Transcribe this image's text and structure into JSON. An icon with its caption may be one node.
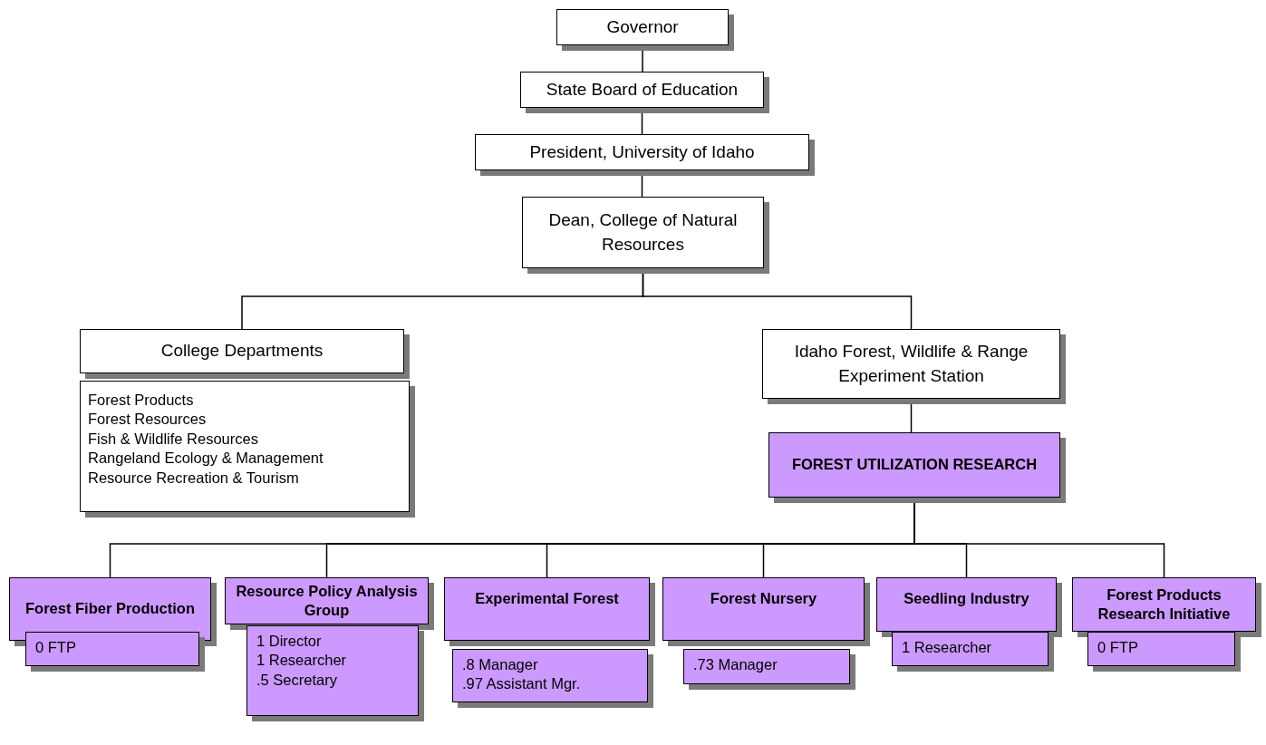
{
  "diagram": {
    "nodes": [
      {
        "text": [
          "Governor"
        ]
      },
      {
        "text": [
          "State Board of Education"
        ]
      },
      {
        "text": [
          "President, University of Idaho"
        ]
      },
      {
        "text": [
          "Dean, College of Natural Resources"
        ]
      },
      {
        "text": [
          "College Departments"
        ]
      },
      {
        "text": [
          "Forest Products",
          "Forest Resources",
          "Fish & Wildlife Resources",
          "Rangeland Ecology & Management",
          "Resource Recreation & Tourism"
        ]
      },
      {
        "text": [
          "Idaho Forest, Wildlife & Range Experiment Station"
        ]
      },
      {
        "text": [
          "FOREST UTILIZATION RESEARCH"
        ]
      },
      {
        "text": [
          "Forest Fiber Production"
        ]
      },
      {
        "text": [
          "0 FTP"
        ]
      },
      {
        "text": [
          "Resource Policy Analysis Group"
        ]
      },
      {
        "text": [
          "1 Director",
          "1 Researcher",
          ".5 Secretary"
        ]
      },
      {
        "text": [
          "Experimental Forest"
        ]
      },
      {
        "text": [
          ".8 Manager",
          ".97 Assistant Mgr."
        ]
      },
      {
        "text": [
          "Forest Nursery"
        ]
      },
      {
        "text": [
          ".73 Manager"
        ]
      },
      {
        "text": [
          "Seedling Industry"
        ]
      },
      {
        "text": [
          "1 Researcher"
        ]
      },
      {
        "text": [
          "Forest Products Research Initiative"
        ]
      },
      {
        "text": [
          "0 FTP"
        ]
      }
    ],
    "edges": [
      {
        "from": 0,
        "to": 1,
        "arrow": "none"
      },
      {
        "from": 1,
        "to": 2,
        "arrow": "none"
      },
      {
        "from": 2,
        "to": 3,
        "arrow": "none"
      },
      {
        "from": 3,
        "to": 4,
        "arrow": "none"
      },
      {
        "from": 3,
        "to": 6,
        "arrow": "none"
      },
      {
        "from": 6,
        "to": 7,
        "arrow": "none"
      },
      {
        "from": 7,
        "to": 8,
        "arrow": "none"
      },
      {
        "from": 7,
        "to": 10,
        "arrow": "none"
      },
      {
        "from": 7,
        "to": 12,
        "arrow": "none"
      },
      {
        "from": 7,
        "to": 14,
        "arrow": "none"
      },
      {
        "from": 7,
        "to": 16,
        "arrow": "none"
      },
      {
        "from": 7,
        "to": 18,
        "arrow": "none"
      }
    ]
  }
}
